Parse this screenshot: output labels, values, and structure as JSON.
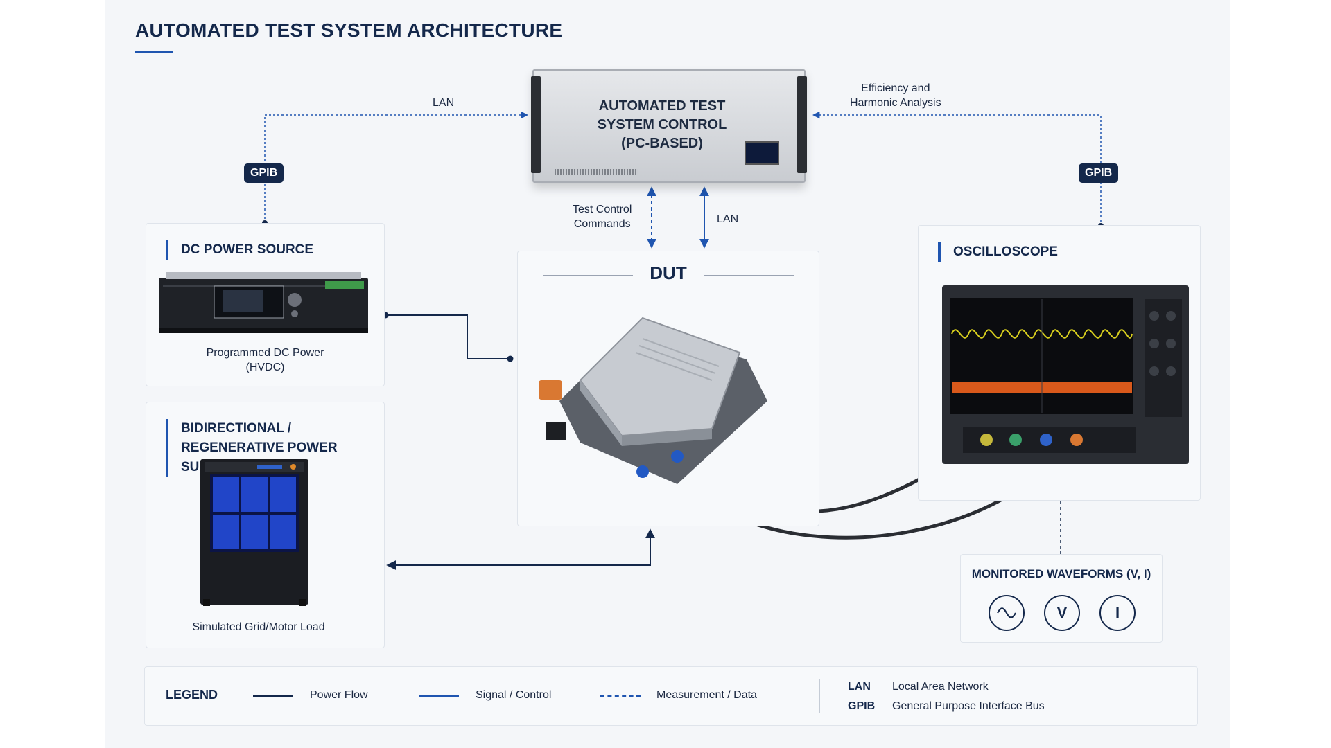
{
  "title": "AUTOMATED TEST SYSTEM ARCHITECTURE",
  "controller": {
    "label_lines": [
      "AUTOMATED TEST",
      "SYSTEM CONTROL",
      "(PC-BASED)"
    ]
  },
  "connections": {
    "lan_left": "LAN",
    "lan_center": "LAN",
    "efficiency_lines": [
      "Efficiency and",
      "Harmonic Analysis"
    ],
    "test_control_lines": [
      "Test Control",
      "Commands"
    ],
    "gpib_left": "GPIB",
    "gpib_right": "GPIB"
  },
  "dc_power": {
    "heading": "DC POWER SOURCE",
    "caption_lines": [
      "Programmed DC Power",
      "(HVDC)"
    ]
  },
  "bidirectional": {
    "heading_lines": [
      "BIDIRECTIONAL /",
      "REGENERATIVE POWER SUPPLY"
    ],
    "caption": "Simulated Grid/Motor Load"
  },
  "dut": {
    "heading": "DUT"
  },
  "oscilloscope": {
    "heading": "OSCILLOSCOPE"
  },
  "monitor": {
    "heading": "MONITORED WAVEFORMS (V, I)",
    "icons": [
      "~",
      "V",
      "I"
    ]
  },
  "legend": {
    "title": "LEGEND",
    "power_flow": "Power Flow",
    "signal_control": "Signal / Control",
    "measurement_data": "Measurement / Data",
    "abbreviations": [
      {
        "abbr": "LAN",
        "full": "Local Area Network"
      },
      {
        "abbr": "GPIB",
        "full": "General Purpose Interface Bus"
      }
    ]
  },
  "colors": {
    "navy": "#14284b",
    "accent_blue": "#1f55b0",
    "panel_bg": "#f7f9fb",
    "canvas_bg": "#f4f6f9"
  }
}
